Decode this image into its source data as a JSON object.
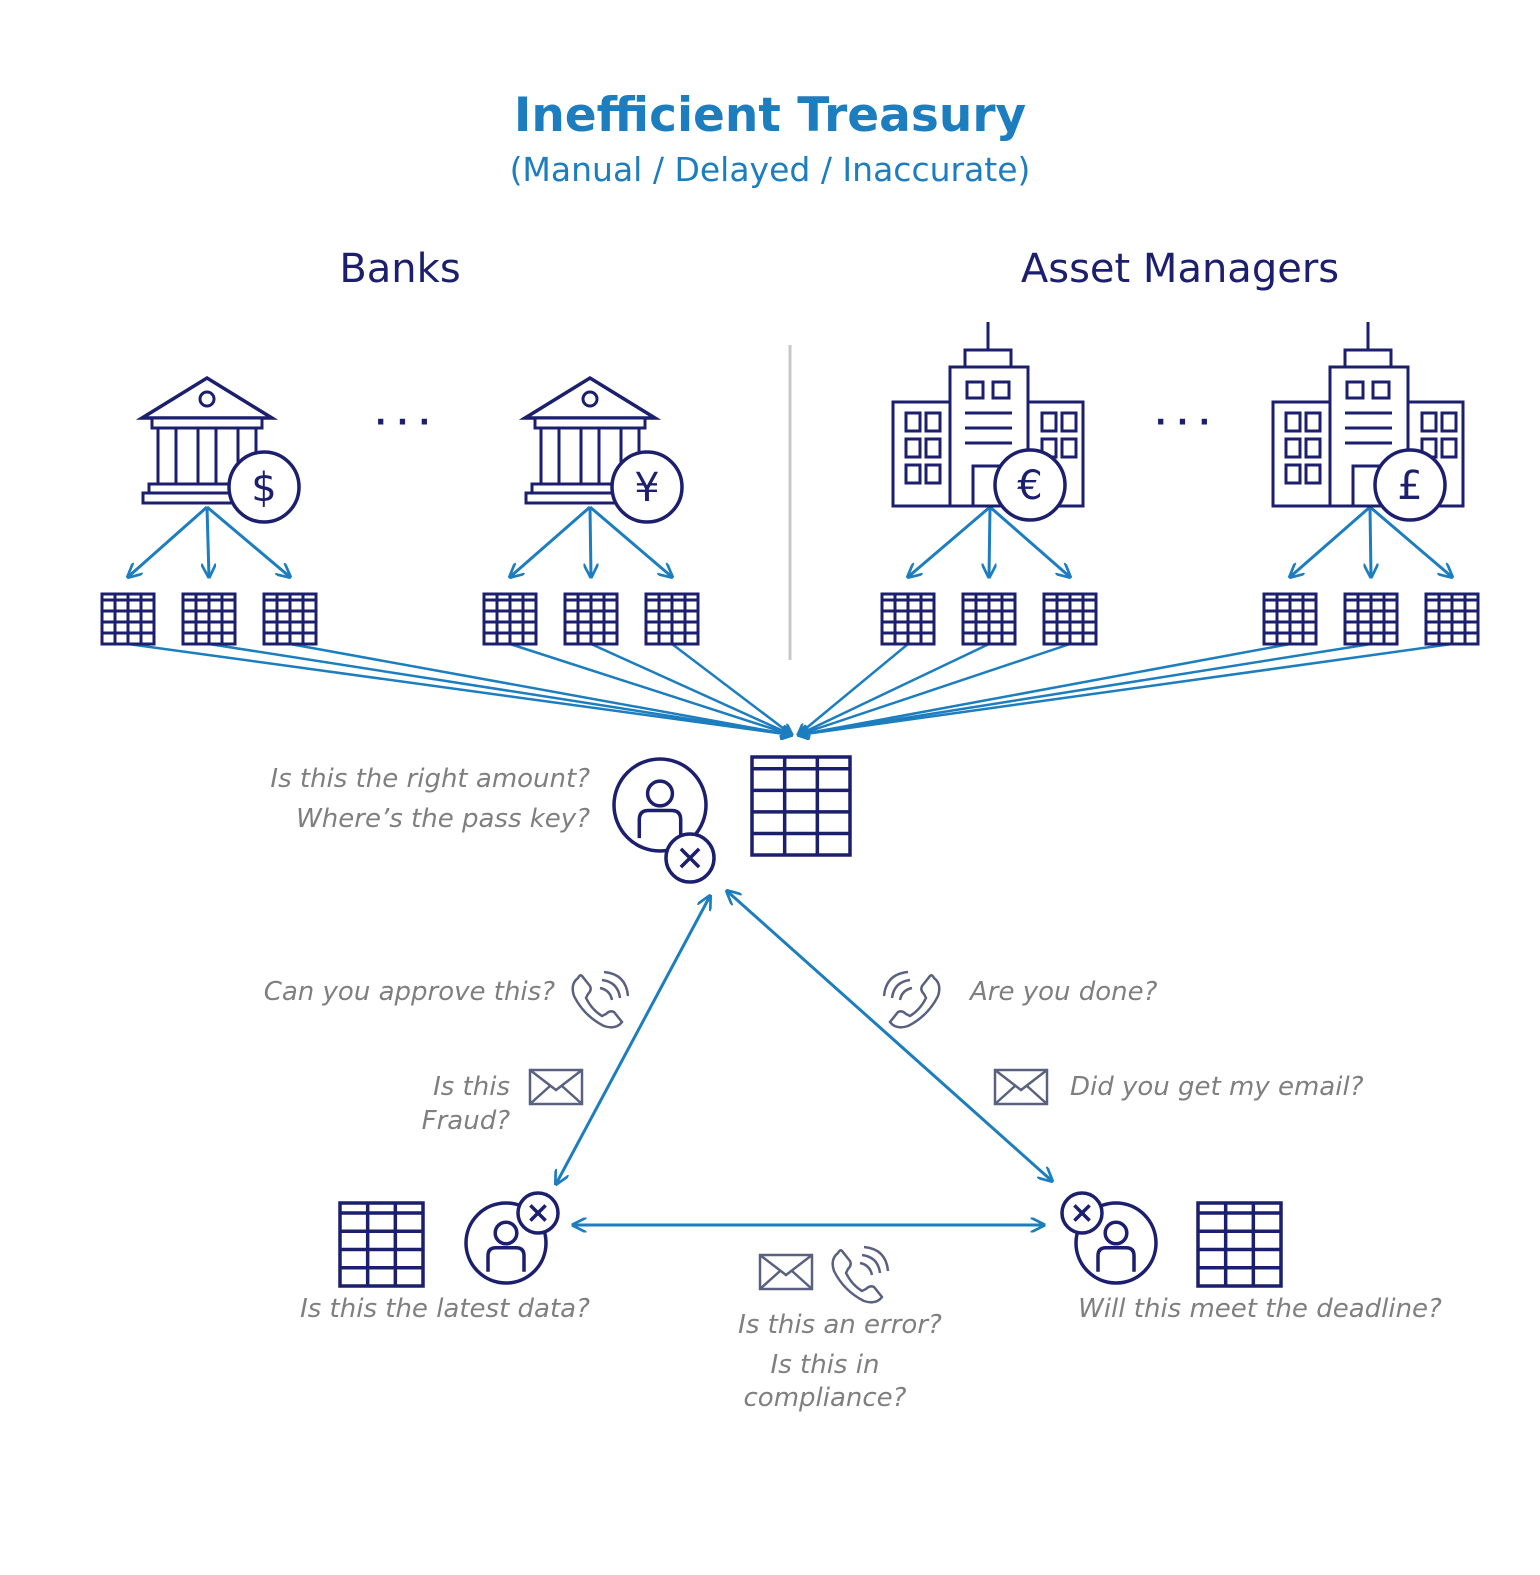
{
  "title": "Inefficient Treasury",
  "subtitle": "(Manual / Delayed / Inaccurate)",
  "groups": {
    "banks": "Banks",
    "asset_managers": "Asset Managers"
  },
  "ellipsis": "· · ·",
  "currencies": [
    "$",
    "¥",
    "€",
    "£"
  ],
  "questions": {
    "right_amount": "Is this the right amount?",
    "pass_key": "Where’s the pass key?",
    "approve": "Can you approve this?",
    "fraud_1": "Is this",
    "fraud_2": "Fraud?",
    "done": "Are you done?",
    "email": "Did you get my email?",
    "latest_data": "Is this the latest data?",
    "error": "Is this an error?",
    "compliance_1": "Is this in",
    "compliance_2": "compliance?",
    "deadline": "Will this meet the deadline?"
  },
  "icons": {
    "bank": "bank-building-icon",
    "office": "office-building-icon",
    "spreadsheet": "spreadsheet-icon",
    "user_error": "user-with-x-icon",
    "phone": "phone-ringing-icon",
    "mail": "envelope-icon"
  },
  "colors": {
    "navy": "#1b1f6e",
    "blue": "#1c7dbf",
    "grey_text": "#7f7f7f",
    "divider": "#c8c8c8"
  }
}
